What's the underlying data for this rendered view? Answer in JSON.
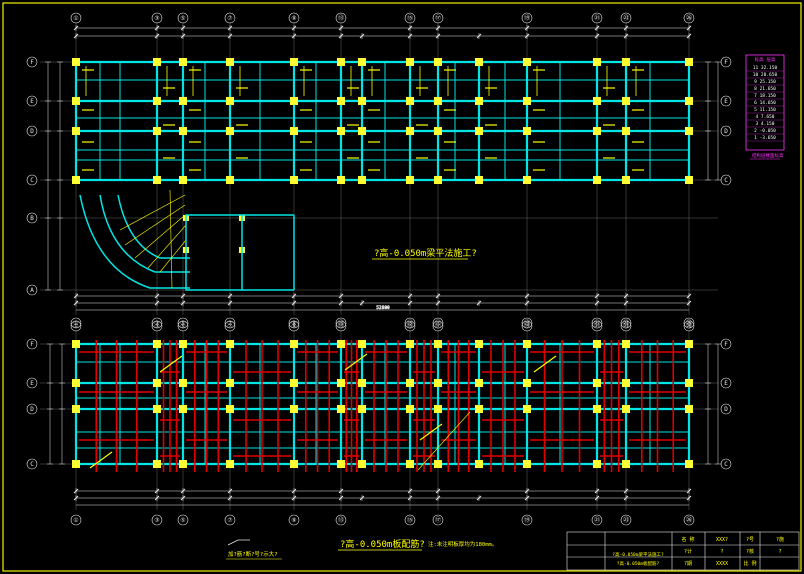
{
  "colors": {
    "background": "#000000",
    "frame": "#f2f200",
    "beam": "#00e5e5",
    "column": "#ffff33",
    "dimension": "#e8e8e8",
    "rebar": "#e00000",
    "label": "#ffff00",
    "magenta": "#ff33ff"
  },
  "axes": {
    "columns": [
      "①",
      "③",
      "⑤",
      "⑦",
      "⑨",
      "⑬",
      "⑮",
      "⑰",
      "⑲",
      "㉑",
      "㉓",
      "㉖"
    ],
    "rows_top": [
      "F",
      "E",
      "D",
      "C",
      "B",
      "A"
    ],
    "rows_bottom": [
      "F",
      "E",
      "D",
      "C"
    ]
  },
  "plan_titles": {
    "top": "?高-0.050m梁平法施工?",
    "bottom": "?高-0.050m板配筋?",
    "bottom_note": "注:未注明板厚均为180mm。"
  },
  "small_note": "加?筋?断?号?示大?",
  "overall_dim": "52800",
  "level_table": {
    "header": "标高  层高",
    "rows": [
      "11  32.150",
      "10  28.650",
      "9  25.150",
      "8  21.650",
      "7  18.150",
      "6  14.650",
      "5  11.150",
      "4  7.650",
      "3  4.150",
      "2  -0.050",
      "1  -3.650"
    ],
    "footer": "结构层楼面标高"
  },
  "title_block": {
    "labels": [
      "名 称",
      "?号",
      "?计",
      "?核",
      "?期",
      "比 例"
    ],
    "values": [
      "XXX?",
      "?施",
      "?",
      "?",
      "XXXX"
    ],
    "drawing_names": [
      "?高-0.050m梁平法施工?",
      "?高-0.050m板配筋?"
    ]
  }
}
